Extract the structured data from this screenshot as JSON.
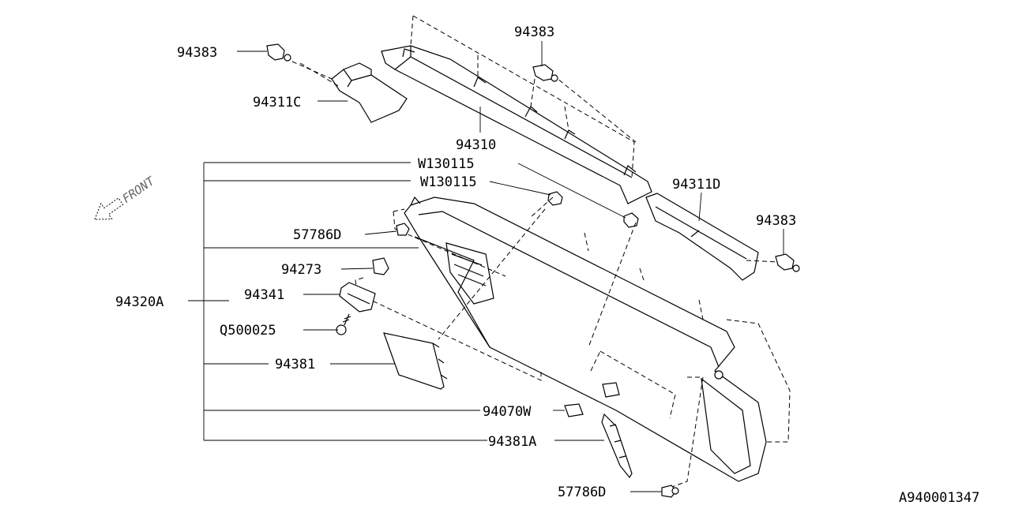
{
  "diagram_id": "A940001347",
  "front_label": "FRONT",
  "labels": {
    "p94383_a": "94383",
    "p94383_b": "94383",
    "p94383_c": "94383",
    "p94311C": "94311C",
    "p94310": "94310",
    "p94311D": "94311D",
    "w130115_a": "W130115",
    "w130115_b": "W130115",
    "p57786D_a": "57786D",
    "p57786D_b": "57786D",
    "p94273": "94273",
    "p94341": "94341",
    "p94320A": "94320A",
    "q500025": "Q500025",
    "p94381": "94381",
    "p94070W": "94070W",
    "p94381A": "94381A"
  }
}
